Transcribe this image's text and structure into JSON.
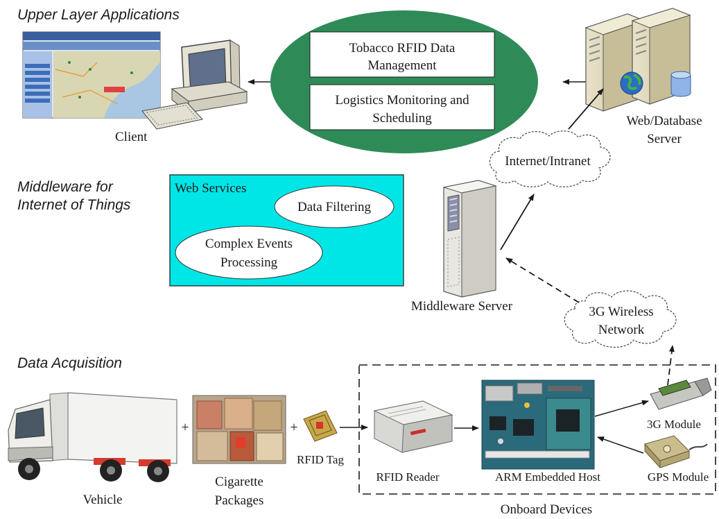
{
  "layers": {
    "upper": "Upper Layer Applications",
    "middleware_line1": "Middleware for",
    "middleware_line2": "Internet of Things",
    "acquisition": "Data Acquisition"
  },
  "apps": {
    "rfid_mgmt_line1": "Tobacco RFID Data",
    "rfid_mgmt_line2": "Management",
    "logistics_line1": "Logistics Monitoring and",
    "logistics_line2": "Scheduling"
  },
  "labels": {
    "client": "Client",
    "web_db_server_line1": "Web/Database",
    "web_db_server_line2": "Server",
    "internet": "Internet/Intranet",
    "web_services": "Web Services",
    "data_filtering": "Data Filtering",
    "cep_line1": "Complex Events",
    "cep_line2": "Processing",
    "middleware_server": "Middleware Server",
    "wireless_line1": "3G Wireless",
    "wireless_line2": "Network",
    "vehicle": "Vehicle",
    "cig_line1": "Cigarette",
    "cig_line2": "Packages",
    "rfid_tag": "RFID Tag",
    "rfid_reader": "RFID Reader",
    "arm_host": "ARM Embedded Host",
    "module_3g": "3G Module",
    "gps_module": "GPS Module",
    "onboard": "Onboard Devices"
  },
  "colors": {
    "ellipse_green": "#2e8b57",
    "web_services_bg": "#00e6e6",
    "line": "#1a1a1a"
  },
  "icons": [
    "desktop-computer-icon",
    "server-tower-icon",
    "database-server-icon",
    "cloud-icon",
    "truck-icon",
    "cigarette-packages-icon",
    "rfid-tag-icon",
    "rfid-reader-icon",
    "circuit-board-icon",
    "usb-3g-module-icon",
    "gps-module-icon"
  ]
}
